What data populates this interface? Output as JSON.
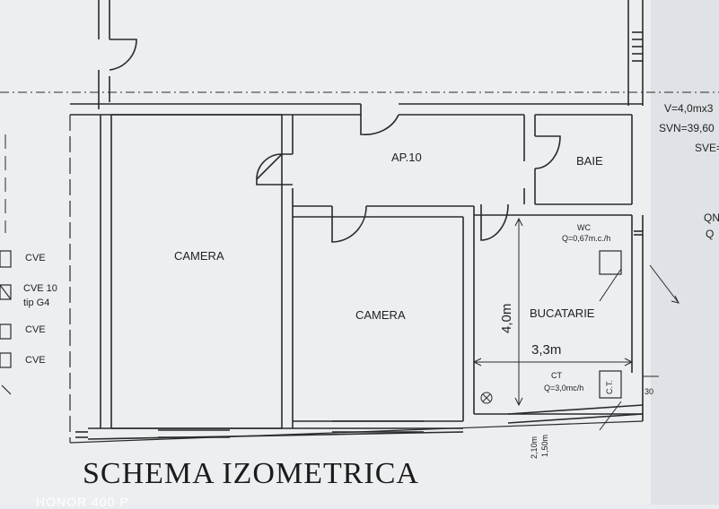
{
  "rooms": {
    "ap10": "AP.10",
    "baie": "BAIE",
    "camera_left": "CAMERA",
    "camera_middle": "CAMERA",
    "bucatarie": "BUCATARIE"
  },
  "dimensions": {
    "height": "4,0m",
    "width": "3,3m",
    "window_sill": "2,10m",
    "window_height": "1,50m"
  },
  "fixtures": {
    "wc": "WC",
    "wc_flow": "Q=0,67m.c./h",
    "ct": "CT",
    "ct_flow": "Q=3,0mc/h",
    "ct_box": "C.T.",
    "pipe_tag": "30"
  },
  "legend": [
    {
      "label": "CVE"
    },
    {
      "label": "CVE 10"
    },
    {
      "label": "tip G4"
    },
    {
      "label": "CVE"
    },
    {
      "label": "CVE"
    }
  ],
  "right_edge": {
    "line1": "V=4,0mx3",
    "line2": "SVN=39,60",
    "line3": "SVE=",
    "line4": "QN",
    "line5": "Q"
  },
  "title": "SCHEMA IZOMETRICA",
  "watermark": "HONOR 400 P"
}
